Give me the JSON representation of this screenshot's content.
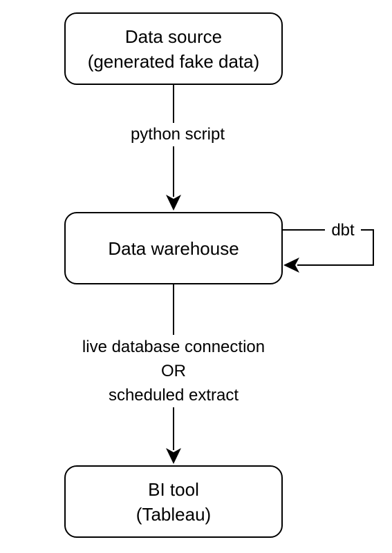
{
  "nodes": {
    "source": {
      "title": "Data source",
      "subtitle": "(generated fake data)"
    },
    "warehouse": {
      "title": "Data warehouse"
    },
    "bi": {
      "title": "BI tool",
      "subtitle": "(Tableau)"
    }
  },
  "edges": {
    "source_to_warehouse": {
      "label": "python script"
    },
    "warehouse_self_loop": {
      "label": "dbt"
    },
    "warehouse_to_bi": {
      "line1": "live database connection",
      "line2": "OR",
      "line3": "scheduled extract"
    }
  },
  "colors": {
    "stroke": "#000000",
    "background": "#ffffff"
  }
}
